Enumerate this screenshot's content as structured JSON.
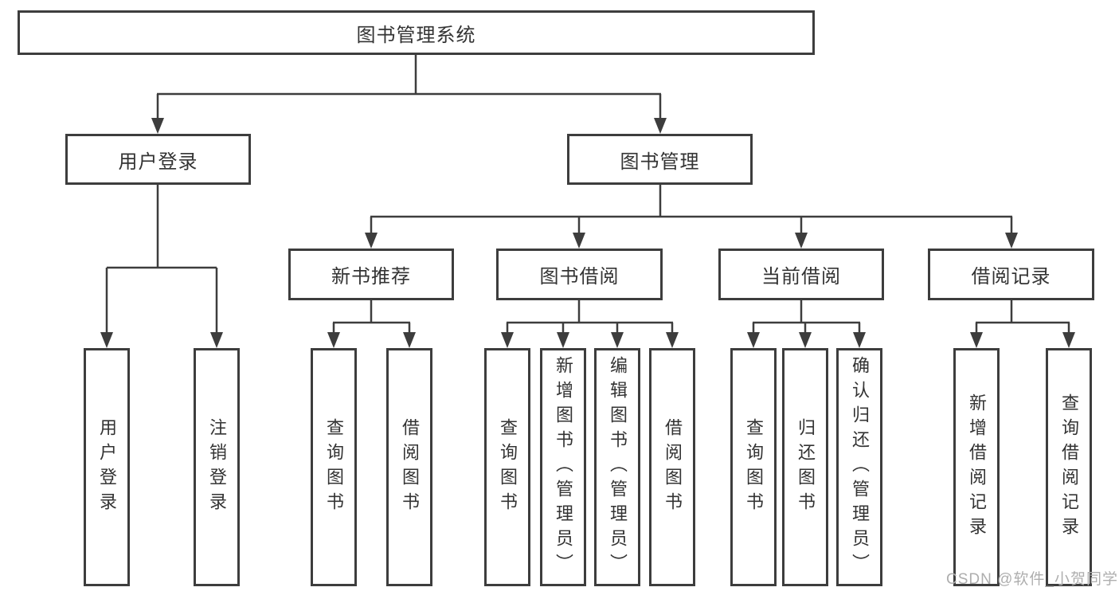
{
  "tree": {
    "label": "图书管理系统",
    "children": [
      {
        "label": "用户登录",
        "children": [
          {
            "label": "用户登录"
          },
          {
            "label": "注销登录"
          }
        ]
      },
      {
        "label": "图书管理",
        "children": [
          {
            "label": "新书推荐",
            "children": [
              {
                "label": "查询图书"
              },
              {
                "label": "借阅图书"
              }
            ]
          },
          {
            "label": "图书借阅",
            "children": [
              {
                "label": "查询图书"
              },
              {
                "label": "新增图书（管理员）"
              },
              {
                "label": "编辑图书（管理员）"
              },
              {
                "label": "借阅图书"
              }
            ]
          },
          {
            "label": "当前借阅",
            "children": [
              {
                "label": "查询图书"
              },
              {
                "label": "归还图书"
              },
              {
                "label": "确认归还（管理员）"
              }
            ]
          },
          {
            "label": "借阅记录",
            "children": [
              {
                "label": "新增借阅记录"
              },
              {
                "label": "查询借阅记录"
              }
            ]
          }
        ]
      }
    ]
  },
  "watermark": {
    "text": "CSDN @软件_小贺同学"
  },
  "colors": {
    "line": "#3d3d3d",
    "box_border": "#3d3d3d",
    "box_fill": "#ffffff",
    "text": "#333333",
    "watermark": "#aeaeae",
    "background": "#ffffff"
  }
}
